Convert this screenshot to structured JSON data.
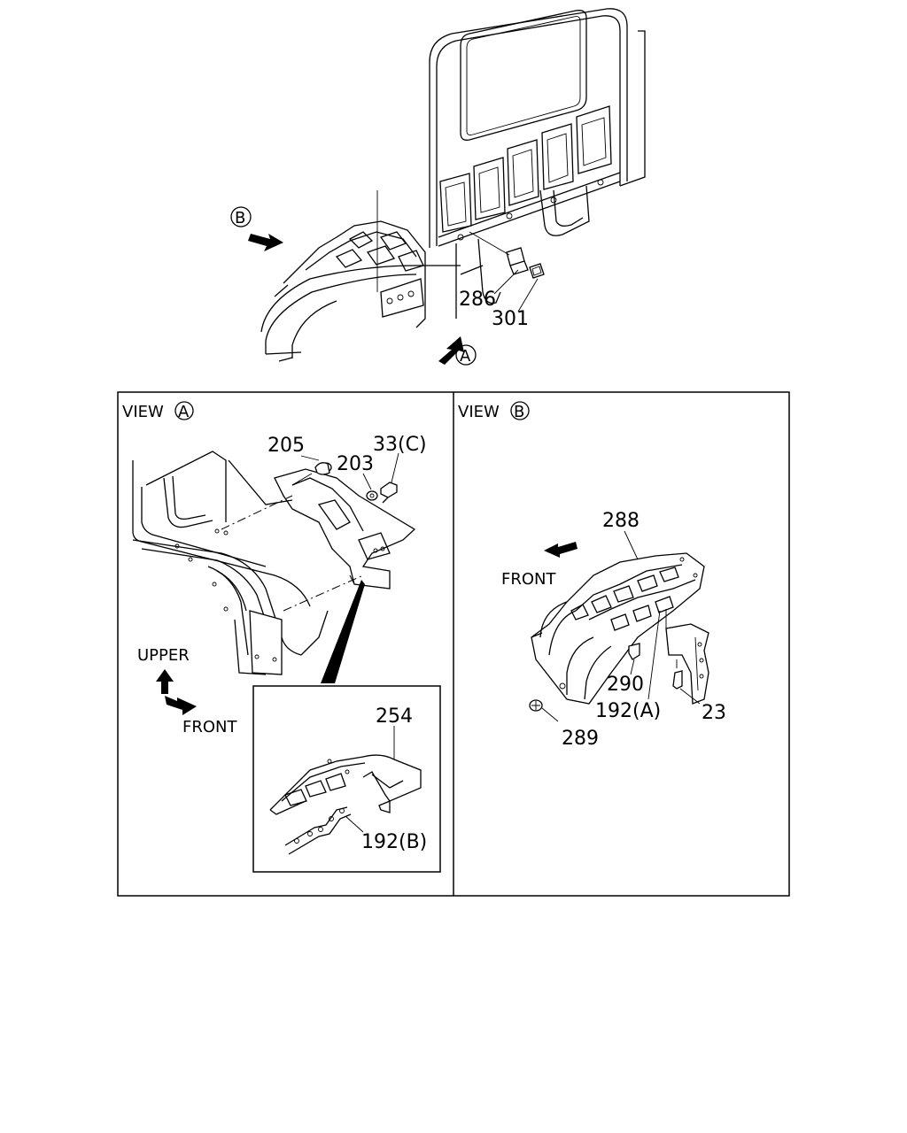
{
  "top_view": {
    "marker_b": "B",
    "marker_a": "A",
    "callouts": {
      "p286": "286",
      "p301": "301"
    }
  },
  "view_a": {
    "title_prefix": "VIEW",
    "title_marker": "A",
    "callouts": {
      "p205": "205",
      "p203": "203",
      "p33c": "33(C)"
    },
    "direction_upper": "UPPER",
    "direction_front": "FRONT",
    "inset": {
      "callouts": {
        "p254": "254",
        "p192b": "192(B)"
      }
    }
  },
  "view_b": {
    "title_prefix": "VIEW",
    "title_marker": "B",
    "callouts": {
      "p288": "288",
      "p290": "290",
      "p192a": "192(A)",
      "p23": "23",
      "p289": "289"
    },
    "direction_front": "FRONT"
  }
}
